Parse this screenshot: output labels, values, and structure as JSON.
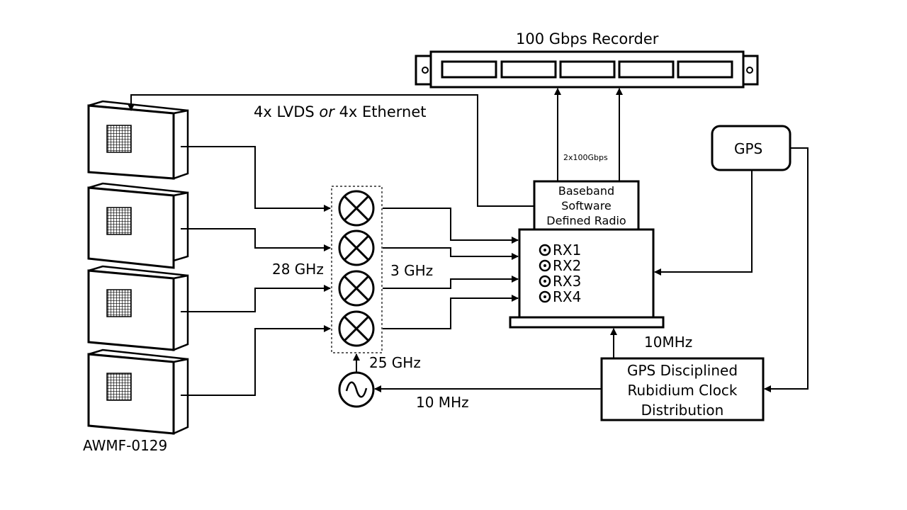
{
  "recorder": {
    "title": "100 Gbps Recorder"
  },
  "links": {
    "lvds_ethernet_prefix": "4x LVDS ",
    "lvds_ethernet_or": "or",
    "lvds_ethernet_suffix": " 4x Ethernet",
    "recorder_rate": "2x100Gbps",
    "rf_freq": "28 GHz",
    "if_freq": "3 GHz",
    "lo_freq": "25 GHz",
    "ref_to_lo": "10 MHz",
    "ref_to_sdr": "10MHz"
  },
  "gps": {
    "label": "GPS"
  },
  "sdr": {
    "line1": "Baseband",
    "line2": "Software",
    "line3": "Defined Radio",
    "ports": [
      "RX1",
      "RX2",
      "RX3",
      "RX4"
    ]
  },
  "clock": {
    "line1": "GPS Disciplined",
    "line2": "Rubidium Clock",
    "line3": "Distribution"
  },
  "antenna": {
    "part_number": "AWMF-0129"
  },
  "colors": {
    "stroke": "#000000",
    "background": "#ffffff"
  }
}
